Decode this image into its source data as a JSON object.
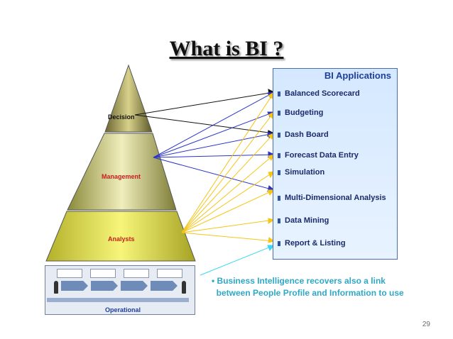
{
  "title": "What is BI ?",
  "pyramid": {
    "decision": "Decision",
    "management": "Management",
    "analysts": "Analysts",
    "operational": "Operational"
  },
  "bi_box": {
    "title": "BI Applications",
    "items": [
      "Balanced Scorecard",
      "Budgeting",
      "Dash Board",
      "Forecast Data Entry",
      "Simulation",
      "Multi-Dimensional Analysis",
      "Data Mining",
      "Report & Listing"
    ]
  },
  "note": {
    "line1": "• Business Intelligence recovers also a link",
    "line2": "  between People Profile and Information to use"
  },
  "page_number": "29",
  "colors": {
    "decision_arrows": "#111111",
    "management_arrows": "#2a35c8",
    "analysts_arrows": "#f5c518",
    "operational_arrow": "#38d6f0",
    "bi_text": "#1f3f9c",
    "note_text": "#2fa8c6"
  }
}
